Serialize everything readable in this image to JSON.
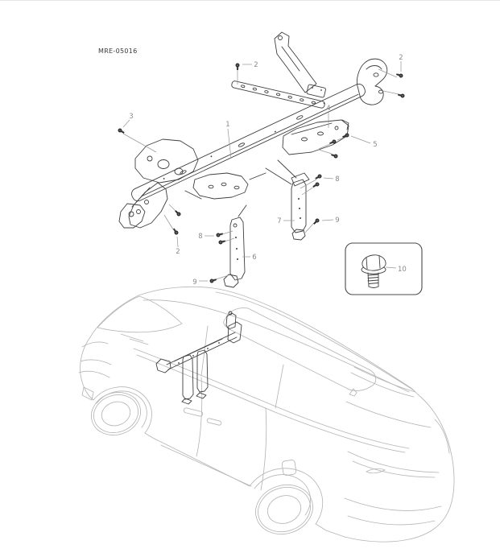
{
  "figure_code": "MRE-05016",
  "callouts": {
    "c1": "1",
    "c2a": "2",
    "c2b": "2",
    "c2c": "2",
    "c3": "3",
    "c4": "4",
    "c5": "5",
    "c6": "6",
    "c7": "7",
    "c8a": "8",
    "c8b": "8",
    "c9a": "9",
    "c9b": "9",
    "c10": "10"
  },
  "colors": {
    "part_line": "#3f3f3f",
    "vehicle_line": "#b6b6b6",
    "callout_text": "#8a8a8a",
    "leader_line": "#9a9a9a",
    "background": "#ffffff"
  }
}
